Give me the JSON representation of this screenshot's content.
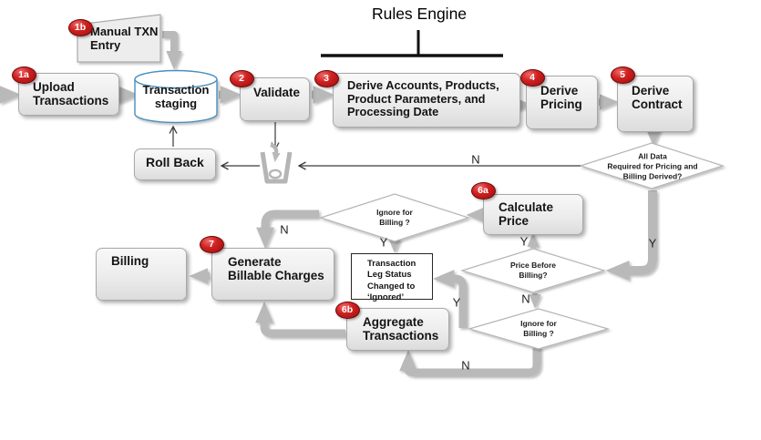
{
  "title": "Rules Engine",
  "nodes": {
    "upload": {
      "badge": "1a",
      "label": "Upload\nTransactions"
    },
    "manual": {
      "badge": "1b",
      "label": "Manual TXN\nEntry"
    },
    "staging": {
      "label": "Transaction\nstaging"
    },
    "validate": {
      "badge": "2",
      "label": "Validate"
    },
    "derive_accounts": {
      "badge": "3",
      "label": "Derive Accounts, Products,\nProduct Parameters, and\nProcessing Date"
    },
    "derive_pricing": {
      "badge": "4",
      "label": "Derive\nPricing"
    },
    "derive_contract": {
      "badge": "5",
      "label": "Derive\nContract"
    },
    "roll_back": {
      "label": "Roll Back"
    },
    "calculate_price": {
      "badge": "6a",
      "label": "Calculate\nPrice"
    },
    "generate_charges": {
      "badge": "7",
      "label": "Generate\nBillable Charges"
    },
    "billing": {
      "label": "Billing"
    },
    "aggregate": {
      "badge": "6b",
      "label": "Aggregate\nTransactions"
    },
    "txn_leg_status": {
      "lines": [
        "Transaction",
        "Leg Status",
        "Changed to",
        "‘Ignored’"
      ]
    }
  },
  "decisions": {
    "all_data": {
      "lines": [
        "All Data",
        "Required for Pricing and",
        "Billing Derived?"
      ]
    },
    "ignore_billing_1": {
      "lines": [
        "Ignore for",
        "Billing ?"
      ]
    },
    "price_before_billing": {
      "lines": [
        "Price Before",
        "Billing?"
      ]
    },
    "ignore_billing_2": {
      "lines": [
        "Ignore for",
        "Billing ?"
      ]
    }
  },
  "edge_labels": {
    "all_data_no": "N",
    "all_data_yes": "Y",
    "ignore1_no": "N",
    "ignore1_yes": "Y",
    "price_yes": "Y",
    "price_no": "N",
    "ignore2_yes": "Y",
    "ignore2_no": "N"
  },
  "colors": {
    "badge_red": "#b51414",
    "arrow_gray": "#b9b9b9",
    "cylinder_outline": "#4a8ebf",
    "thin_line": "#3a3a3a"
  }
}
